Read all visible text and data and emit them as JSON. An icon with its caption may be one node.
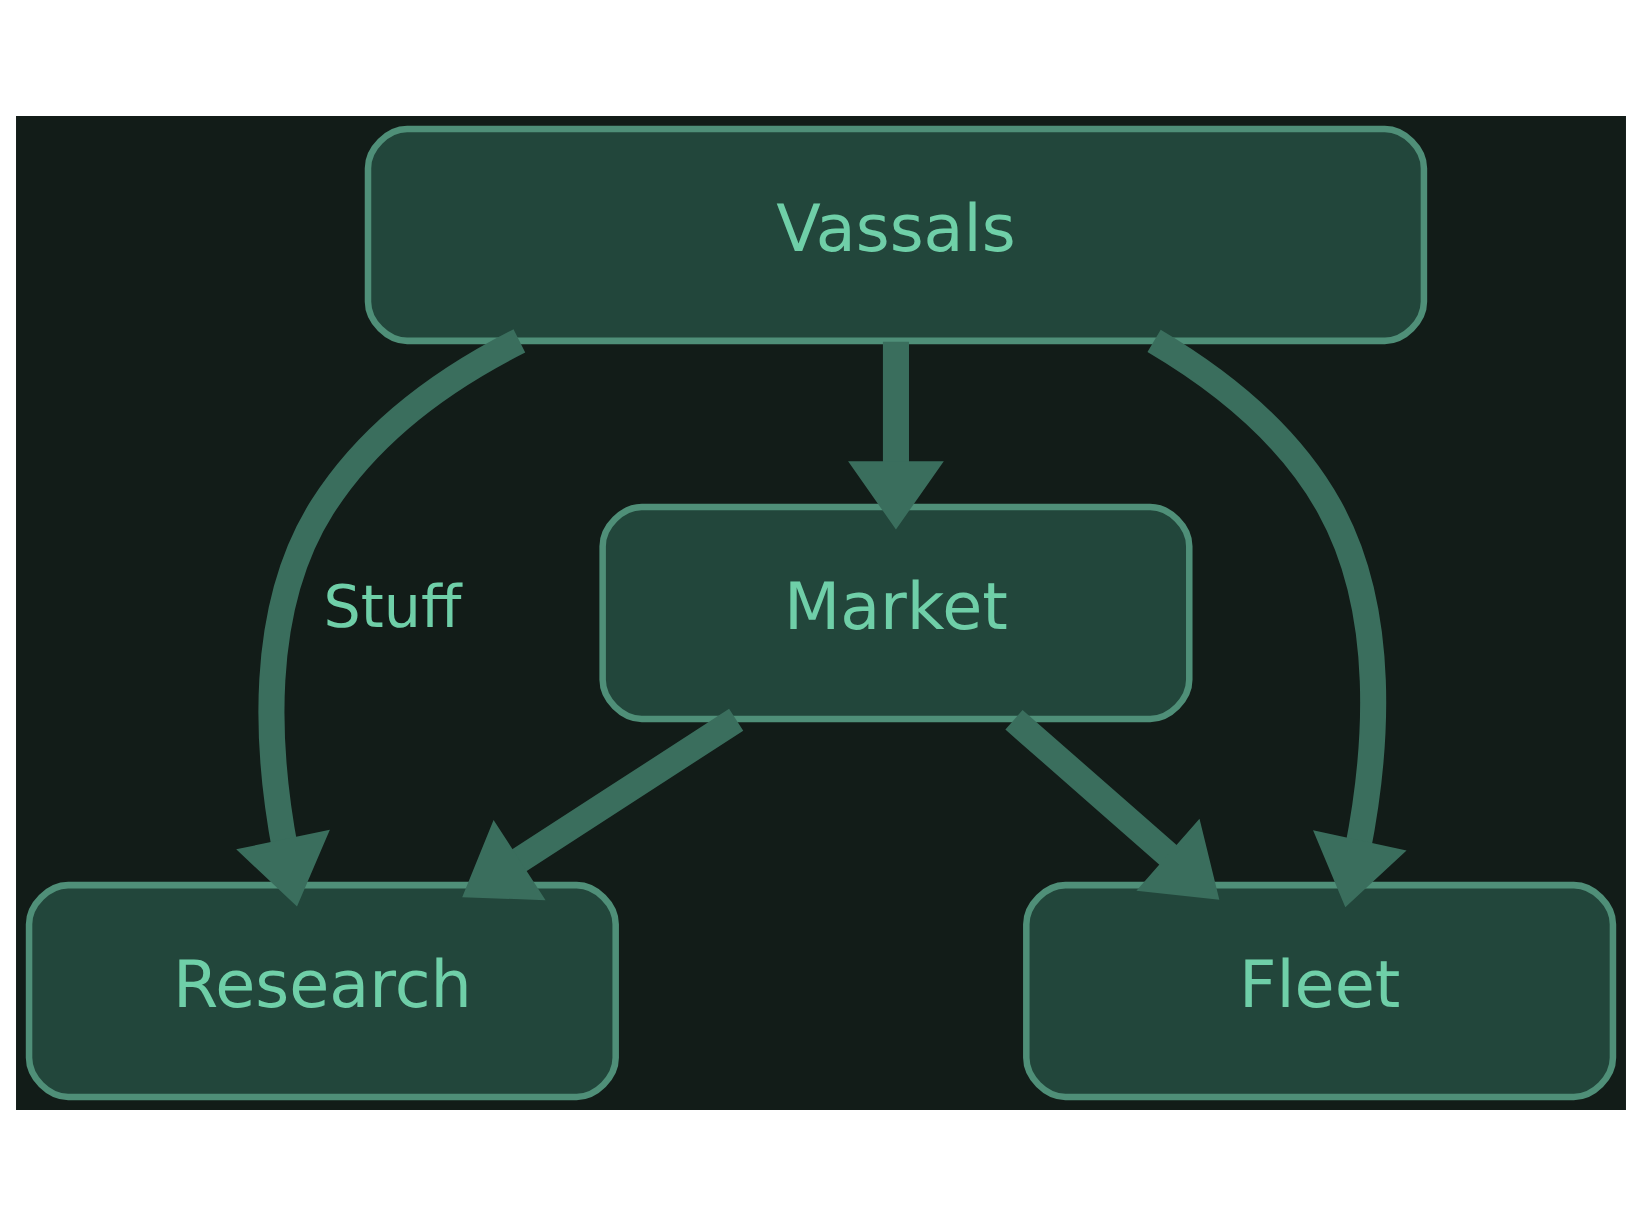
{
  "diagram": {
    "nodes": [
      {
        "text": [
          "Vassals"
        ]
      },
      {
        "text": [
          "Market"
        ]
      },
      {
        "text": [
          "Research"
        ]
      },
      {
        "text": [
          "Fleet"
        ]
      }
    ],
    "edges": [
      {
        "from": 0,
        "to": 1,
        "arrow": "to"
      },
      {
        "from": 0,
        "to": 2,
        "arrow": "to",
        "label": "Stuff"
      },
      {
        "from": 0,
        "to": 3,
        "arrow": "to"
      },
      {
        "from": 1,
        "to": 2,
        "arrow": "to"
      },
      {
        "from": 1,
        "to": 3,
        "arrow": "to"
      }
    ]
  }
}
